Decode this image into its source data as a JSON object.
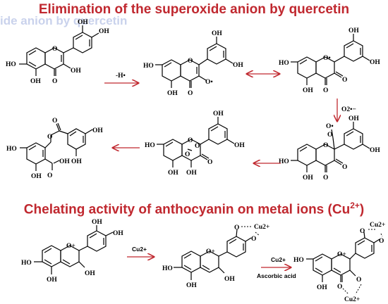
{
  "titles": {
    "superoxide": "Elimination of the superoxide anion by quercetin",
    "superoxide_ghost": "ide anion by quercetin",
    "chelating_prefix": "Chelating activity of anthocyanin on metal ions (Cu",
    "chelating_sup": "2+",
    "chelating_suffix": ")"
  },
  "labels": {
    "ho": "HO",
    "oh": "OH",
    "o": "O",
    "o_radical": "O•",
    "o_ring_radical": "O•",
    "o_plus": "O+",
    "minus_h": "-H•",
    "superoxide": "O2•−",
    "peroxyl": "O•",
    "cu": "Cu2+",
    "reagent_cu": "Cu2+",
    "reagent_ascorbic": "Ascorbic acid"
  },
  "colors": {
    "title_red": "#c0282f",
    "arrow_red": "#c0282f",
    "ghost_blue": "#b8c3e6"
  }
}
